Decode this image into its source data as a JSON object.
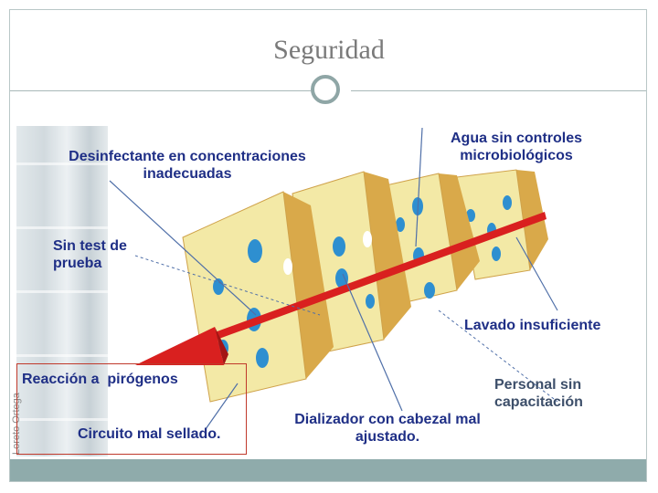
{
  "slide": {
    "title": "Seguridad",
    "photo_credit": "Loreto Ortega"
  },
  "labels": {
    "desinfectante": "Desinfectante en concentraciones inadecuadas",
    "agua": "Agua sin controles microbiológicos",
    "sin_test": "Sin test de prueba",
    "lavado": "Lavado insuficiente",
    "reaccion": "Reacción a  pirógenos",
    "personal": "Personal sin capacitación",
    "dializador": "Dializador  con cabezal  mal ajustado.",
    "circuito": "Circuito mal sellado."
  },
  "colors": {
    "cheese": "#f3e9a6",
    "cheese_shadow": "#d9a94a",
    "hole_blue": "#2e8fd0",
    "arrow": "#d9201f",
    "label_text": "#1f2f86",
    "title_text": "#7a7a7a",
    "accent": "#8fabab"
  }
}
